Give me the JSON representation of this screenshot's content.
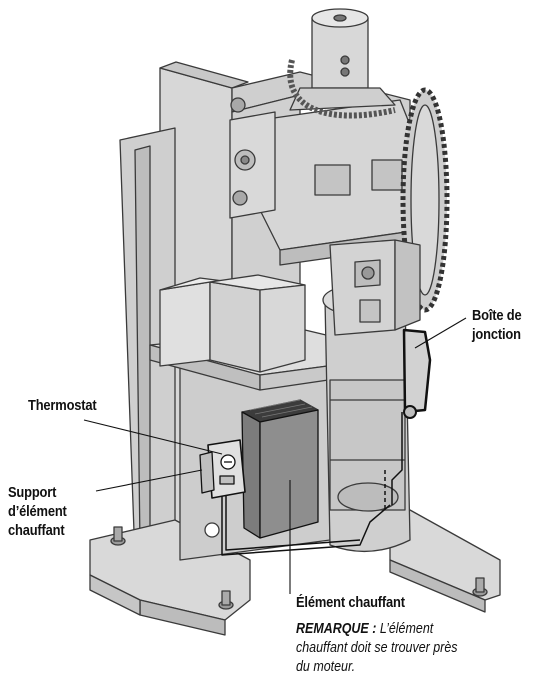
{
  "labels": {
    "boite_line1": "Boîte de",
    "boite_line2": "jonction",
    "thermostat": "Thermostat",
    "support_line1": "Support",
    "support_line2": "d’élément",
    "support_line3": "chauffant",
    "element": "Élément chauffant"
  },
  "note": {
    "lead": "REMARQUE :",
    "line1_rest": " L’élément",
    "line2": "chauffant doit se trouver près",
    "line3": "du moteur."
  }
}
